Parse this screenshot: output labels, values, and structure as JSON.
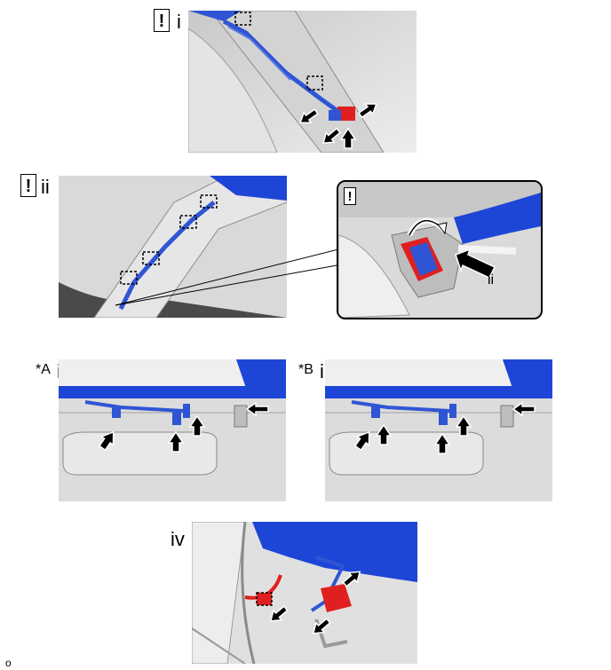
{
  "steps": {
    "i": {
      "roman": "i",
      "caution": "!"
    },
    "ii": {
      "roman": "ii",
      "caution": "!",
      "inset_caution": "!",
      "inset_roman": "ii"
    },
    "iiiA": {
      "roman": "iii",
      "variant": "*A"
    },
    "iiiB": {
      "roman": "iii",
      "variant": "*B"
    },
    "iv": {
      "roman": "iv"
    }
  },
  "corner_mark": "o",
  "colors": {
    "harness": "#2f55d4",
    "pillar": "#1e46d6",
    "connector": "#e02020",
    "background": "#d9d9d9",
    "arrow": "#000000"
  }
}
